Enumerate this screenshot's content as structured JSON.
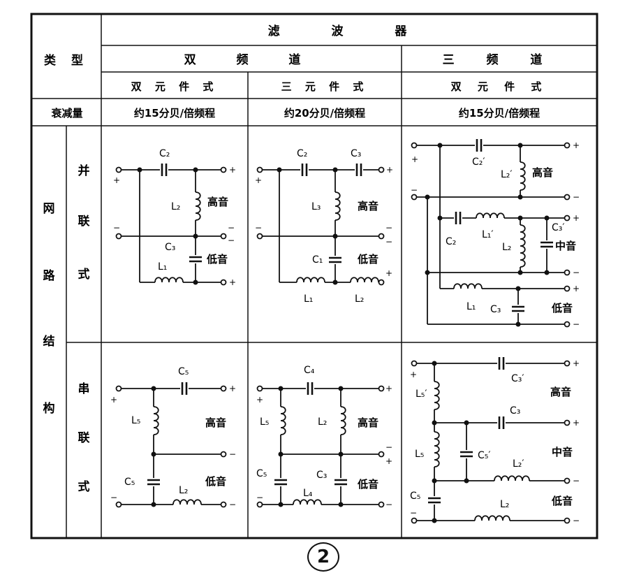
{
  "table": {
    "type_label": "类 型",
    "filter_type": "滤 波 器",
    "two_way": "双 频 道",
    "three_way": "三 频 道",
    "two_element": "双 元 件 式",
    "three_element": "三 元 件 式",
    "two_element_b": "双 元 件 式",
    "attenuation_label": "衰减量",
    "att_1": "约15分贝/倍频程",
    "att_2": "约20分贝/倍频程",
    "att_3": "约15分贝/倍频程",
    "network_chars": [
      "网",
      "路",
      "结",
      "构"
    ],
    "parallel_chars": [
      "并",
      "联",
      "式"
    ],
    "series_chars": [
      "串",
      "联",
      "式"
    ]
  },
  "labels": {
    "c2": "C₂",
    "c3": "C₃",
    "c4": "C₄",
    "c5": "C₅",
    "c1": "C₁",
    "l1": "L₁",
    "l2": "L₂",
    "l3": "L₃",
    "l4": "L₄",
    "l5": "L₅",
    "c2p": "C₂′",
    "c3p": "C₃′",
    "c5p": "C₅′",
    "l1p": "L₁′",
    "l2p": "L₂′",
    "l5p": "L₅′",
    "treble": "高音",
    "bass": "低音",
    "treble_b": "高音",
    "mid": "中音",
    "bass_b": "低音",
    "plus": "+",
    "minus": "−"
  },
  "caption": "2"
}
